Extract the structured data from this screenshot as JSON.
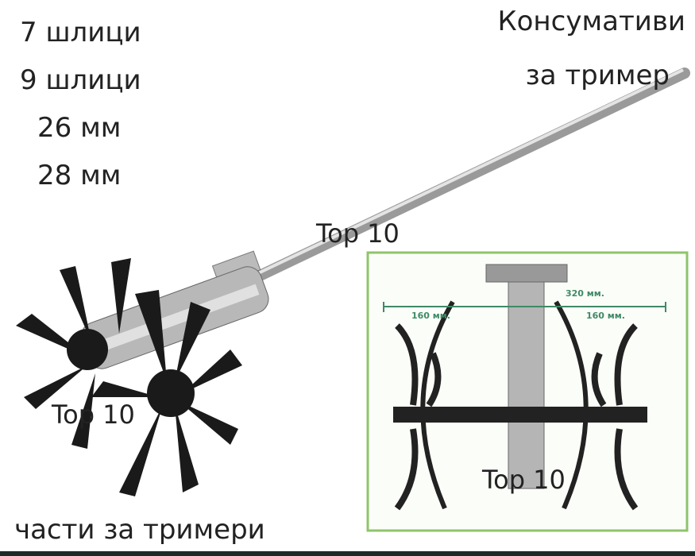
{
  "left_labels": [
    "7 шлици",
    "9 шлици",
    "26 мм",
    "28 мм"
  ],
  "top_right_label": {
    "line1": "Консумативи",
    "line2": "за тример"
  },
  "bottom_label": "части за тримери",
  "watermarks": [
    "Top 10",
    "Top 10",
    "Top 10"
  ],
  "diagram": {
    "total_width": "320 мм.",
    "left_width": "160 мм.",
    "right_width": "160 мм.",
    "frame_color": "#8fc46a",
    "dimension_color": "#3f8a66"
  }
}
